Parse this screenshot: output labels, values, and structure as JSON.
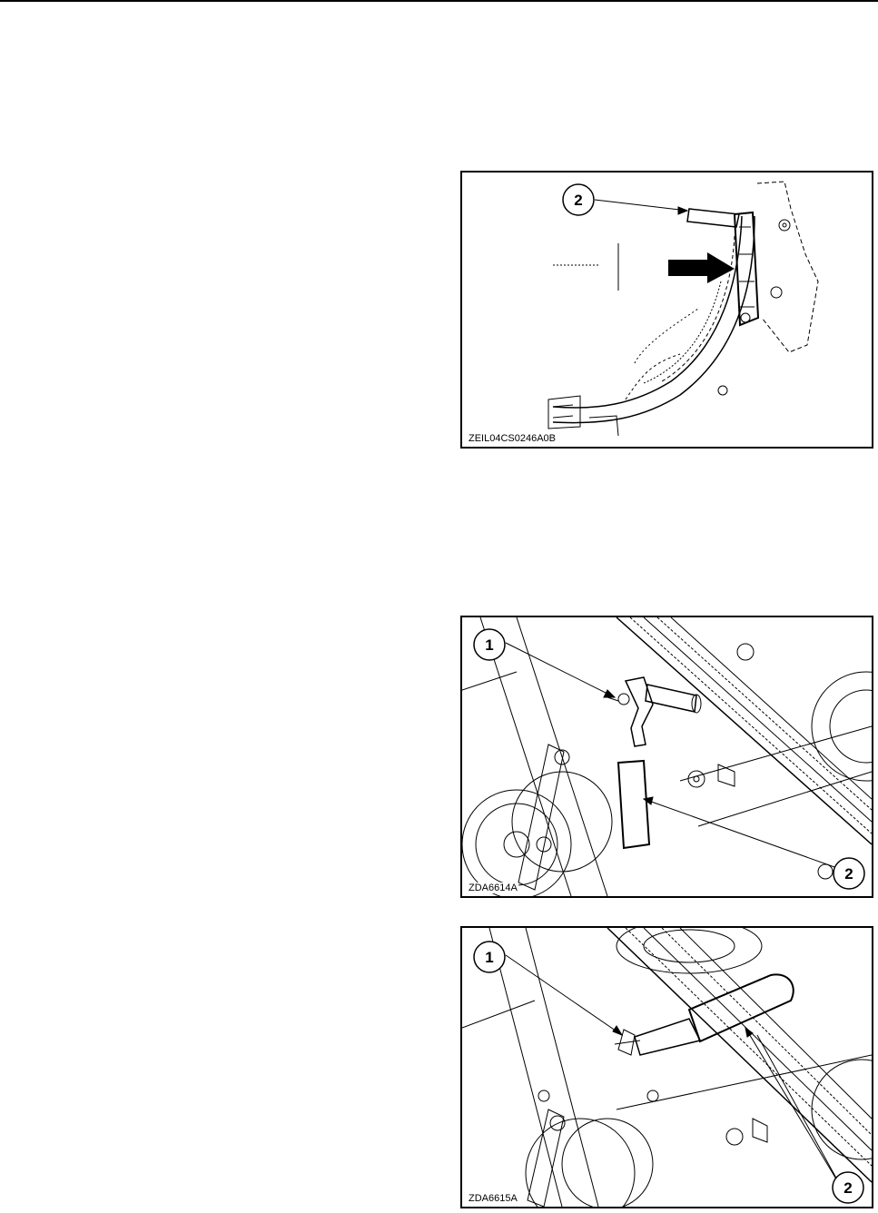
{
  "figures": [
    {
      "caption": "ZEIL04CS0246A0B",
      "callouts": [
        "2"
      ]
    },
    {
      "caption": "ZDA6614A",
      "callouts": [
        "1",
        "2"
      ]
    },
    {
      "caption": "ZDA6615A",
      "callouts": [
        "1",
        "2"
      ]
    }
  ]
}
